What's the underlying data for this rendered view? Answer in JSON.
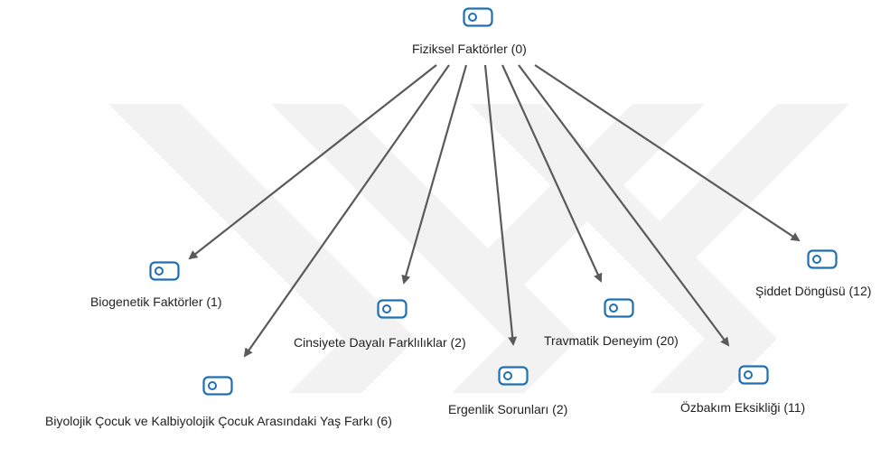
{
  "root": {
    "label": "Fiziksel Faktörler (0)",
    "icon": "code-node-icon"
  },
  "children": [
    {
      "id": "biogenetik",
      "label": "Biogenetik Faktörler (1)",
      "icon": "code-node-icon"
    },
    {
      "id": "biyolojik",
      "label": "Biyolojik Çocuk ve Kalbiyolojik Çocuk Arasındaki Yaş Farkı (6)",
      "icon": "code-node-icon"
    },
    {
      "id": "cinsiyete",
      "label": "Cinsiyete Dayalı Farklılıklar (2)",
      "icon": "code-node-icon"
    },
    {
      "id": "ergenlik",
      "label": "Ergenlik Sorunları (2)",
      "icon": "code-node-icon"
    },
    {
      "id": "travmatik",
      "label": "Travmatik Deneyim (20)",
      "icon": "code-node-icon"
    },
    {
      "id": "ozbakim",
      "label": "Özbakım Eksikliği (11)",
      "icon": "code-node-icon"
    },
    {
      "id": "siddet",
      "label": "Şiddet Döngüsü (12)",
      "icon": "code-node-icon"
    }
  ],
  "colors": {
    "icon_stroke": "#1f6fb2",
    "arrow": "#5a5a5a",
    "watermark": "#f1f1f1"
  }
}
